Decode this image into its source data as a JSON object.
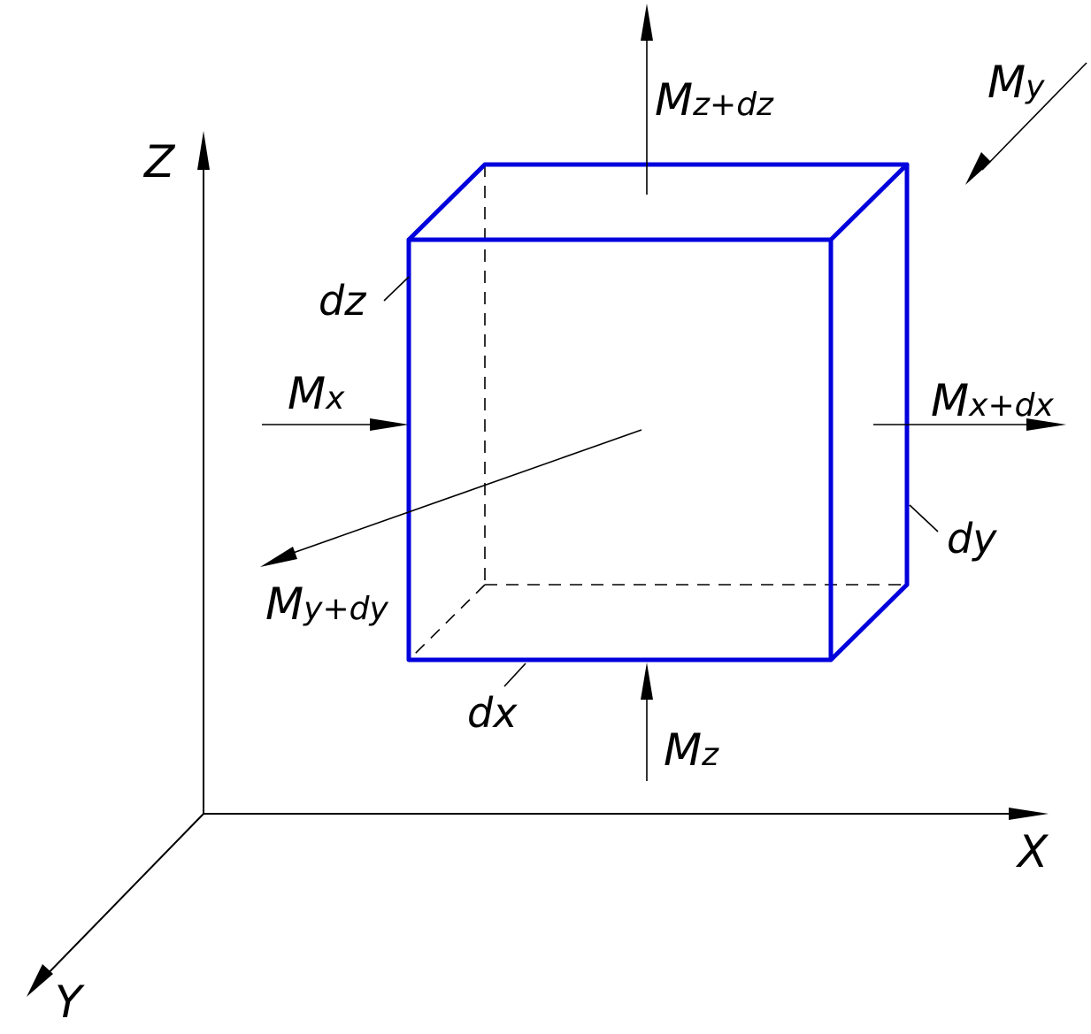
{
  "axes": {
    "x": "X",
    "y": "Y",
    "z": "Z"
  },
  "dimensions": {
    "dx": "dx",
    "dy": "dy",
    "dz": "dz"
  },
  "fluxes": {
    "mx": {
      "main": "M",
      "sub": "x"
    },
    "mx_dx": {
      "main": "M",
      "sub": "x+dx"
    },
    "my": {
      "main": "M",
      "sub": "y"
    },
    "my_dy": {
      "main": "M",
      "sub": "y+dy"
    },
    "mz": {
      "main": "M",
      "sub": "z"
    },
    "mz_dz": {
      "main": "M",
      "sub": "z+dz"
    }
  },
  "colors": {
    "cube": "#0000dd",
    "lines": "#000000",
    "background": "#ffffff"
  }
}
